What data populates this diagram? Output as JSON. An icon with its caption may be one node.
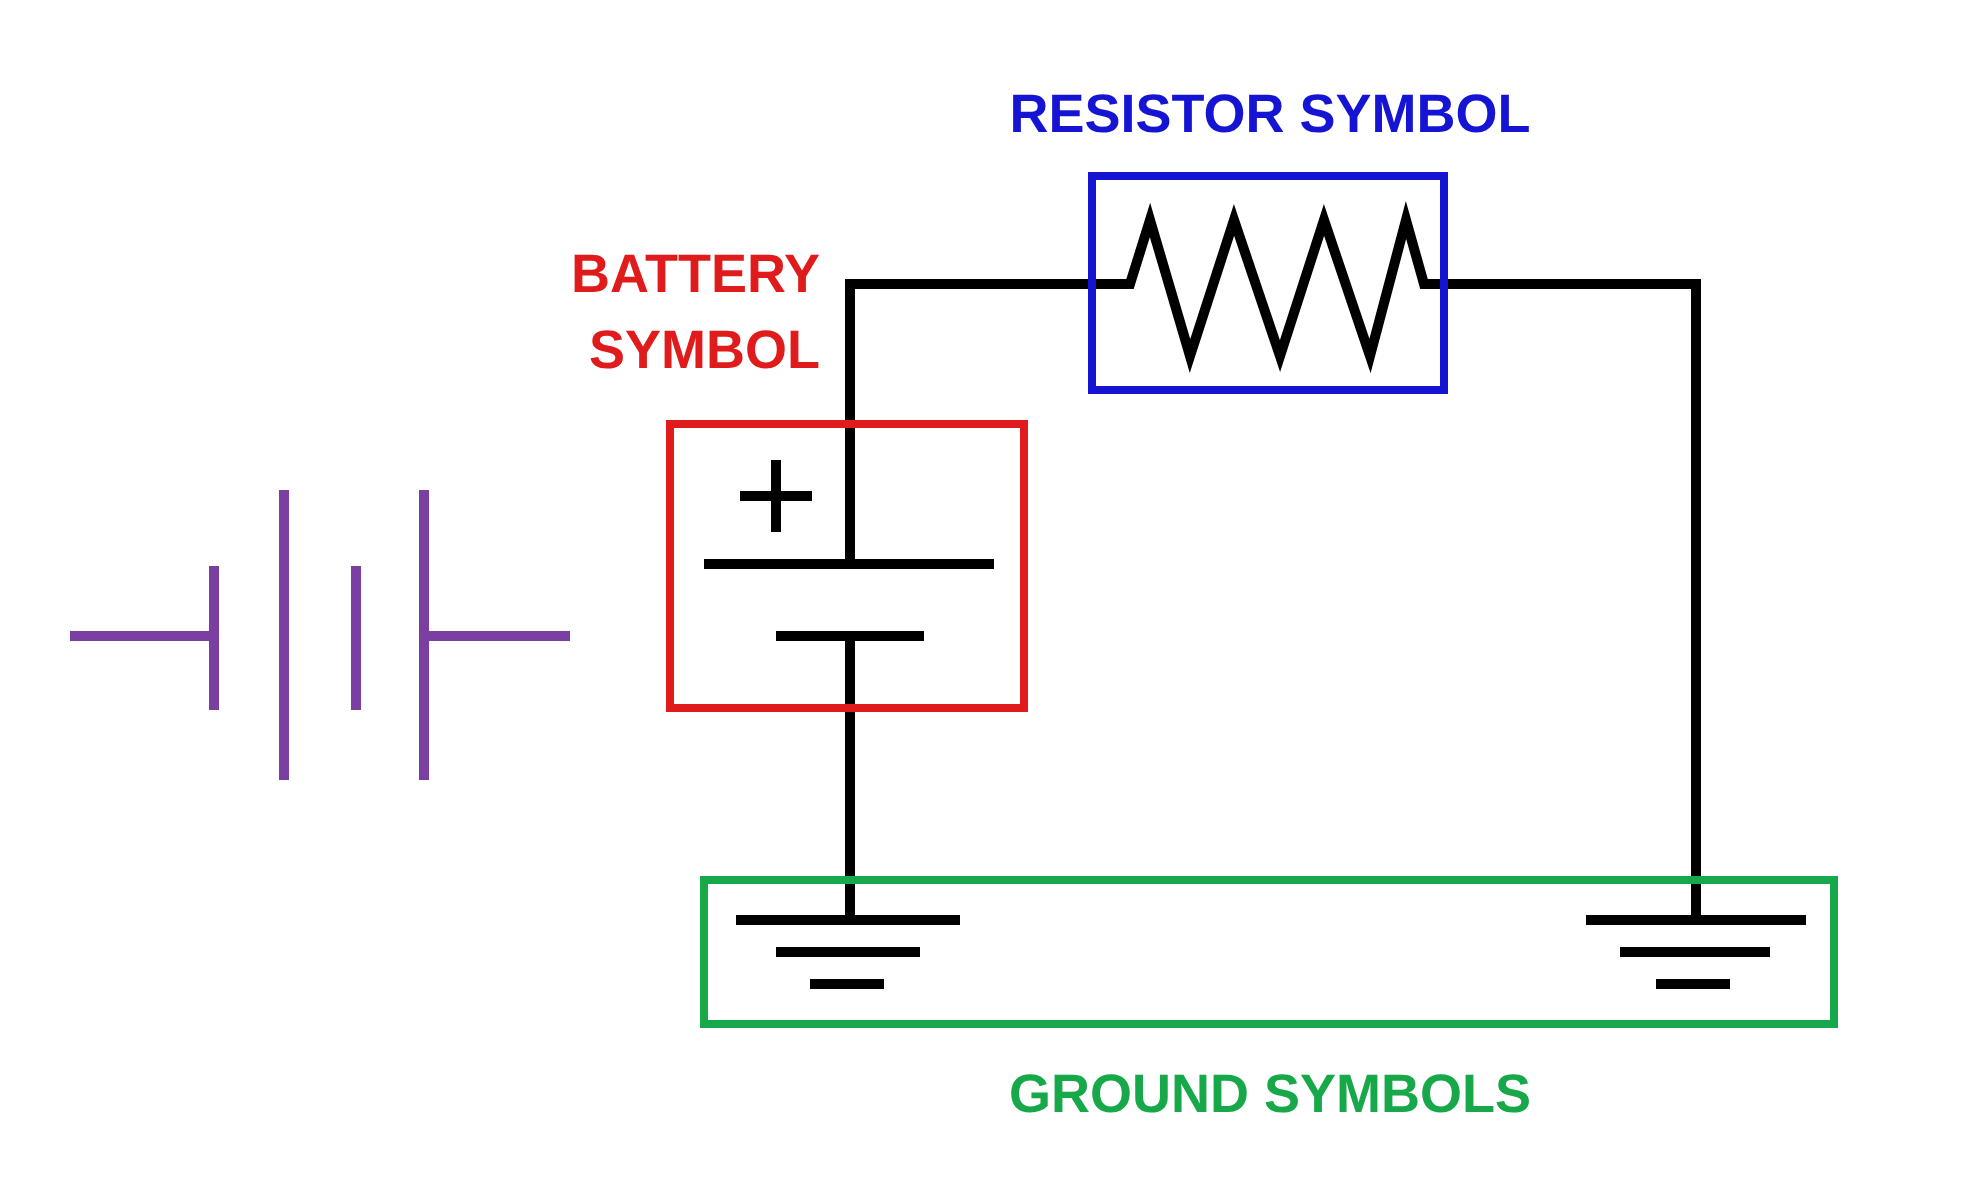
{
  "diagram": {
    "nodes": [
      {
        "text": [
          "RESISTOR SYMBOL"
        ]
      },
      {
        "text": [
          "BATTERY SYMBOL"
        ]
      },
      {
        "text": [
          "GROUND SYMBOLS"
        ]
      }
    ],
    "edges": [
      {
        "from": 1,
        "to": 0,
        "arrow": "none"
      },
      {
        "from": 0,
        "to": 2,
        "arrow": "none"
      },
      {
        "from": 1,
        "to": 2,
        "arrow": "none"
      }
    ]
  }
}
